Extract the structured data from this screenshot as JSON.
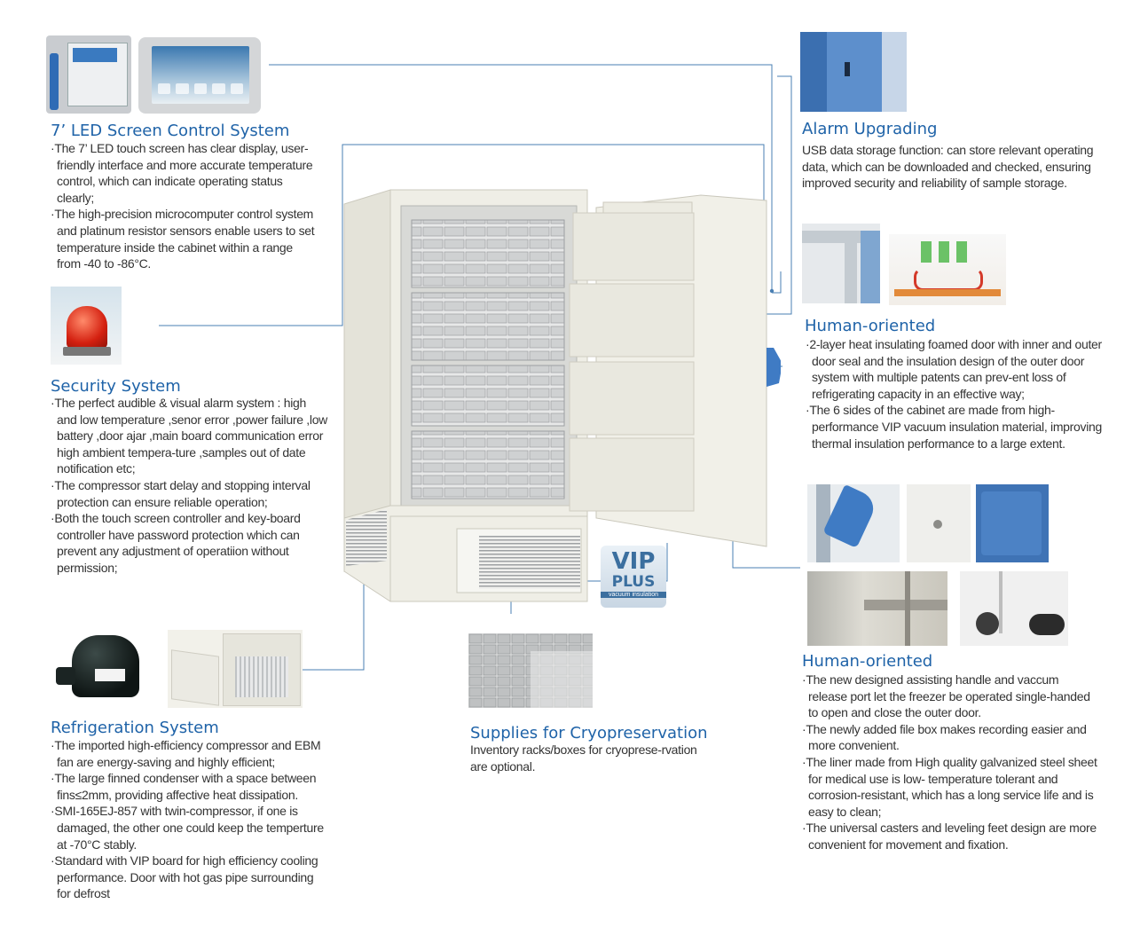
{
  "sections": {
    "led": {
      "title": "7’ LED Screen Control System",
      "bullets": [
        "·The 7’ LED touch screen has clear display, user-friendly interface and more accurate temperature control, which can indicate operating status clearly;",
        "·The high-precision microcomputer control system and platinum resistor sensors enable users to set temperature inside the cabinet within a range from -40 to -86°C."
      ]
    },
    "security": {
      "title": "Security System",
      "bullets": [
        "·The perfect audible & visual alarm system : high and low temperature ,senor error ,power failure ,low battery ,door ajar ,main board communication error high ambient tempera-ture ,samples out of date notification etc;",
        "·The compressor start delay and stopping interval protection can ensure reliable operation;",
        "·Both the touch screen controller and key-board controller have password protection which can prevent any adjustment of operatiion without permission;"
      ]
    },
    "refrigeration": {
      "title": "Refrigeration System",
      "bullets": [
        "·The imported high-efficiency compressor and EBM fan are energy-saving and highly efficient;",
        "·The large finned condenser with a space between fins≤2mm, providing affective heat dissipation.",
        "·SMI-165EJ-857 with twin-compressor, if one is damaged, the other one could keep the temperture at -70°C stably.",
        "·Standard with VIP board for high efficiency cooling performance. Door with hot gas pipe surrounding for defrost"
      ]
    },
    "supplies": {
      "title": "Supplies for Cryopreservation",
      "text": "Inventory racks/boxes for cryopresе-rvation are optional."
    },
    "alarm": {
      "title": "Alarm Upgrading",
      "text": "USB data storage function: can store relevant operating data, which can be downloaded and checked, ensuring improved security and reliability of sample storage."
    },
    "human1": {
      "title": "Human-oriented",
      "bullets": [
        "·2-layer heat insulating foamed door with inner and outer door seal and the insulation design of  the outer door system with multiple patents can prev-ent loss of refrigerating capacity in an effective way;",
        "·The 6 sides of the cabinet are made from high-performance VIP vacuum insulation material, improving thermal insulation performance to a large extent."
      ]
    },
    "human2": {
      "title": "Human-oriented",
      "bullets": [
        "·The new designed assisting handle and vaccum release port let the freezer be operated single-handed to open and close the outer door.",
        "·The newly added file box makes recording easier and more convenient.",
        "·The liner made from High quality galvanized steel sheet for medical use is low- temperature tolerant and corrosion-resistant, which has a long service life and is easy to clean;",
        "·The universal casters and leveling feet design are more convenient for movement and fixation."
      ]
    }
  },
  "badge": {
    "line1": "VIP",
    "line2": "PLUS",
    "line3": "vacuum insulation"
  },
  "colors": {
    "accent": "#1f63a8",
    "leader": "#4a7fb3",
    "cabinet": "#ecece4",
    "door_blue": "#3f7bc4"
  }
}
